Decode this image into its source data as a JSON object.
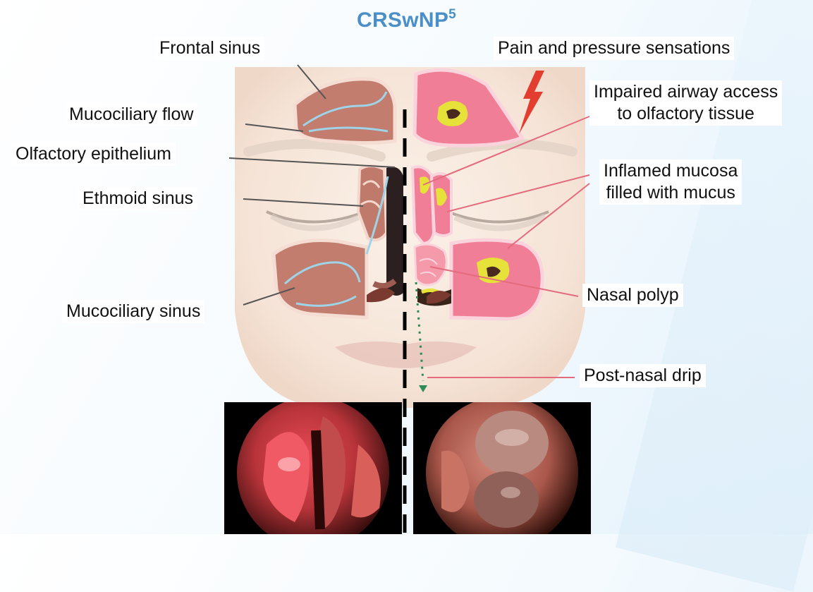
{
  "title": {
    "text": "CRSwNP",
    "superscript": "5"
  },
  "left_labels": {
    "frontal_sinus": "Frontal sinus",
    "mucociliary_flow": "Mucociliary flow",
    "olfactory_epithelium": "Olfactory epithelium",
    "ethmoid_sinus": "Ethmoid sinus",
    "mucociliary_sinus": "Mucociliary sinus"
  },
  "right_labels": {
    "pain_pressure": "Pain and pressure sensations",
    "impaired_airway_1": "Impaired airway access",
    "impaired_airway_2": "to olfactory tissue",
    "inflamed_mucosa_1": "Inflamed mucosa",
    "inflamed_mucosa_2": "filled with mucus",
    "nasal_polyp": "Nasal polyp",
    "post_nasal_drip": "Post-nasal drip"
  },
  "colors": {
    "title": "#4b8fc9",
    "healthy_sinus": "#b56a5e",
    "inflamed_sinus": "#f0768f",
    "mucus_yellow": "#e6e23a",
    "skin": "#f6e6da",
    "leader_left": "#555555",
    "leader_right": "#e46b7d",
    "mucociliary_arrow": "#9fd4e8",
    "drip": "#2e8b57"
  },
  "icons": [
    "lightning-bolt-icon",
    "dashed-midline",
    "drip-arrow-icon"
  ]
}
